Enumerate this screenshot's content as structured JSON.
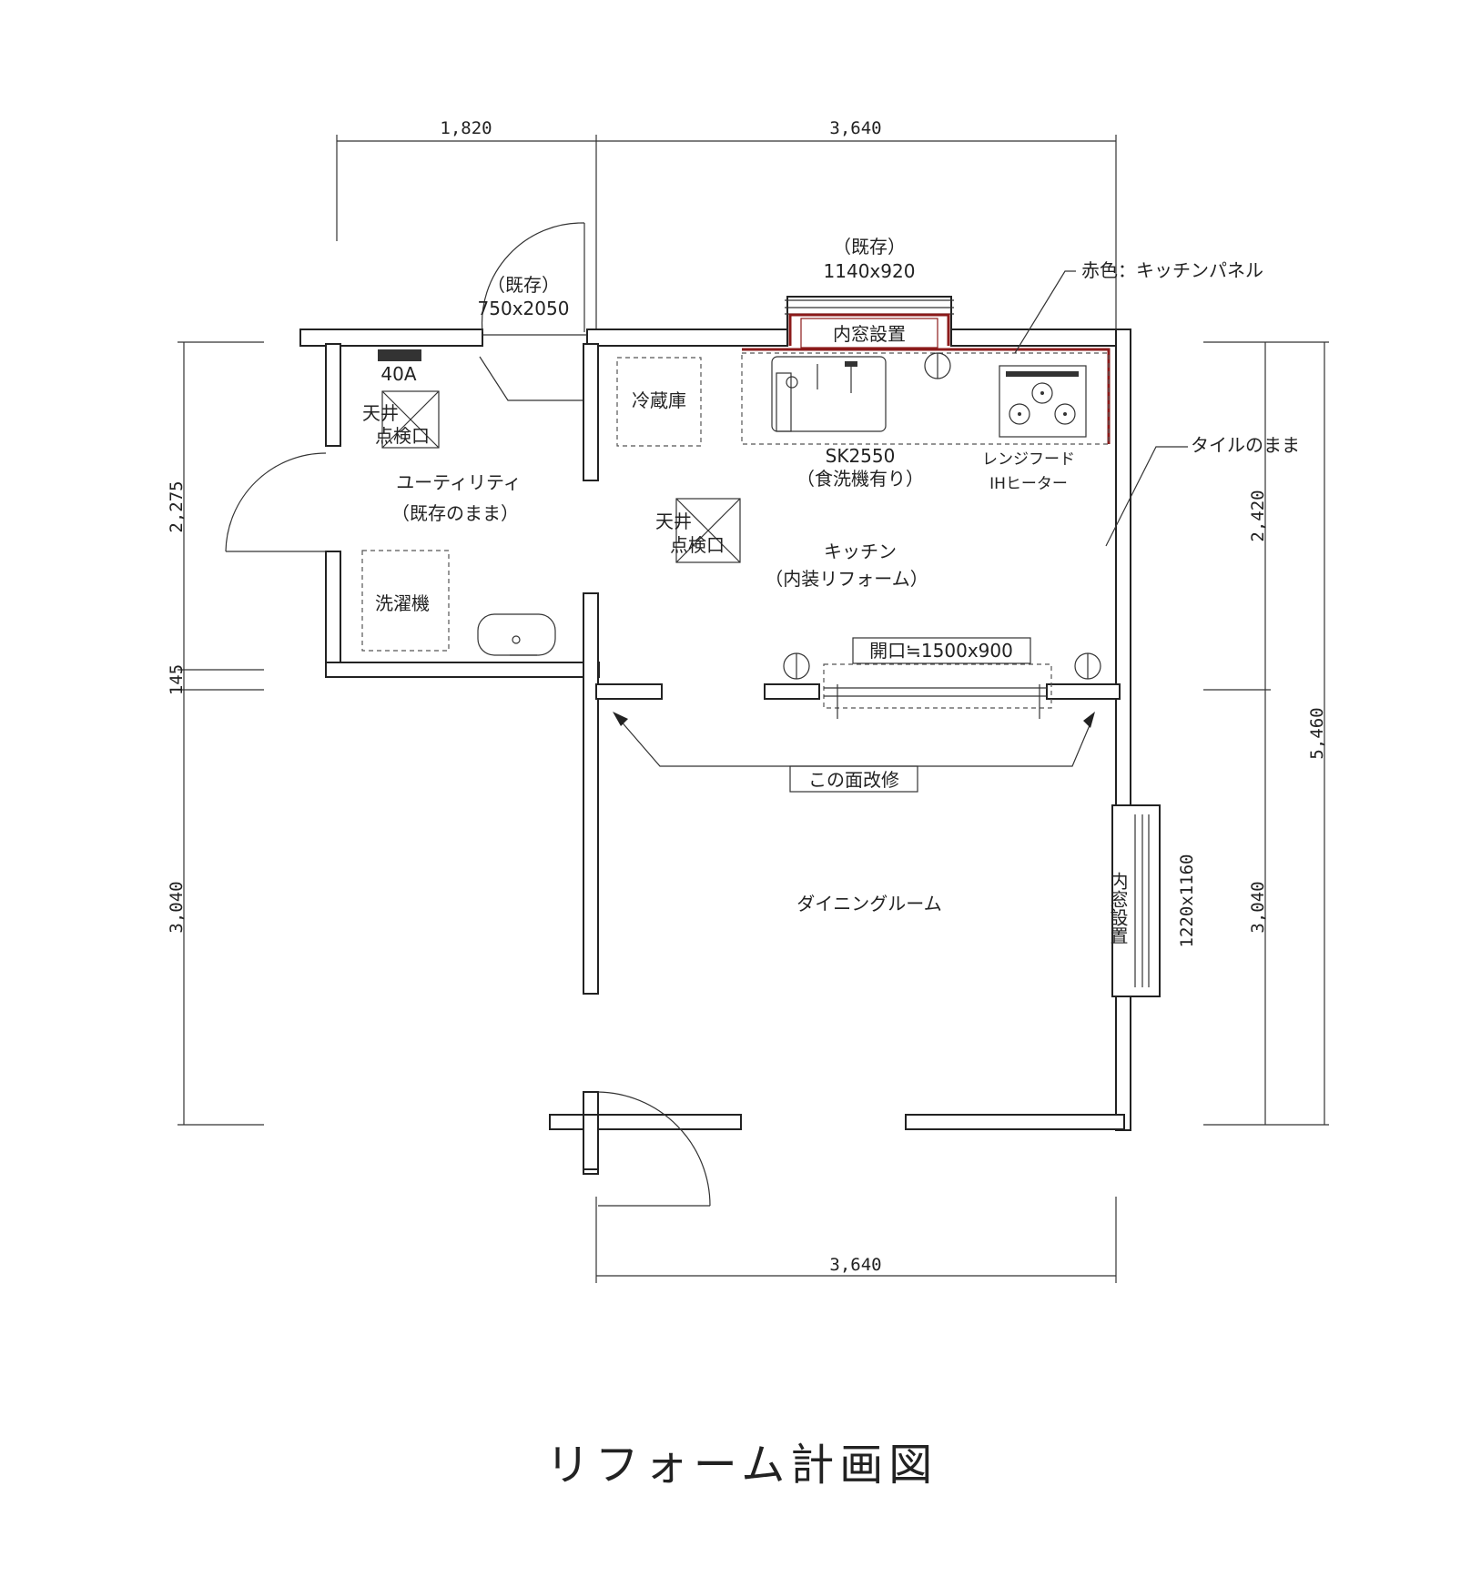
{
  "title": "リフォーム計画図",
  "dimensions": {
    "top_left": "1,820",
    "top_right": "3,640",
    "bottom": "3,640",
    "left_upper": "2,275",
    "left_mid": "145",
    "left_lower": "3,040",
    "right_upper": "2,420",
    "right_lower": "3,040",
    "right_total": "5,460"
  },
  "rooms": {
    "utility_name": "ユーティリティ",
    "utility_note": "（既存のまま）",
    "kitchen_name": "キッチン",
    "kitchen_note": "（内装リフォーム）",
    "dining_name": "ダイニングルーム"
  },
  "fixtures": {
    "fridge": "冷蔵庫",
    "washer": "洗濯機",
    "breaker": "40A",
    "hatch_line1": "天井",
    "hatch_line2": "点検口",
    "sink_model": "SK2550",
    "sink_note": "（食洗機有り）",
    "hood_line1": "レンジフード",
    "hood_line2": "IHヒーター"
  },
  "openings": {
    "door_existing": "（既存）",
    "door_size": "750x2050",
    "window_existing": "（既存）",
    "window_size": "1140x920",
    "inner_window_top": "内窓設置",
    "inner_window_right": "内窓設置",
    "right_window_size": "1220x1160",
    "wall_opening": "開口≒1500x900"
  },
  "notes": {
    "red_note": "赤色：キッチンパネル",
    "tile_note": "タイルのまま",
    "renovate_face": "この面改修"
  },
  "colors": {
    "panel": "#8b1a1a",
    "line": "#222222"
  }
}
